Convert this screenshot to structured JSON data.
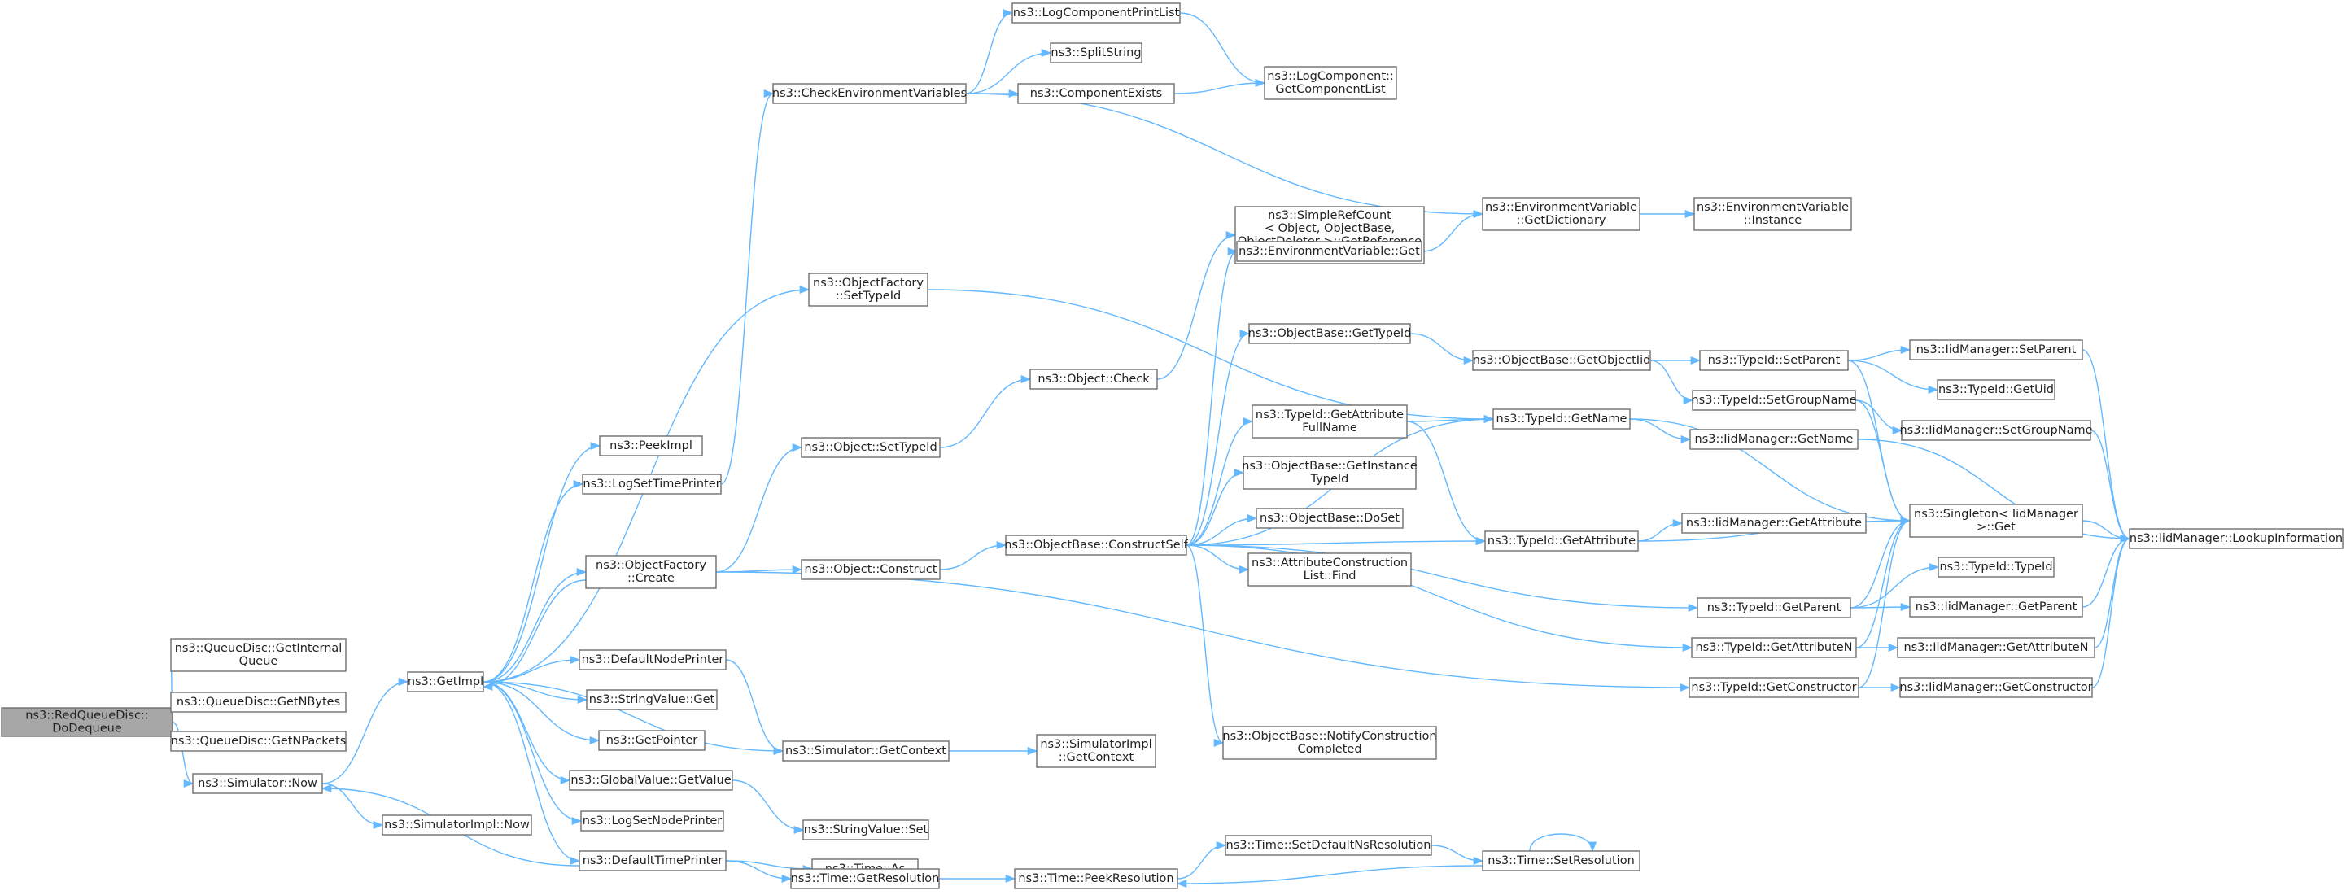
{
  "colors": {
    "edge": "#63b8ff",
    "node_border": "#6e6e6e",
    "root_fill": "#a7a7a7",
    "background": "#ffffff"
  },
  "root": "n_root",
  "nodes": [
    {
      "id": "n_root",
      "lines": [
        "ns3::RedQueueDisc::",
        "DoDequeue"
      ]
    },
    {
      "id": "n_qd_gi",
      "lines": [
        "ns3::QueueDisc::GetInternal",
        "Queue"
      ]
    },
    {
      "id": "n_qd_nb",
      "lines": [
        "ns3::QueueDisc::GetNBytes"
      ]
    },
    {
      "id": "n_qd_np",
      "lines": [
        "ns3::QueueDisc::GetNPackets"
      ]
    },
    {
      "id": "n_sim_now",
      "lines": [
        "ns3::Simulator::Now"
      ]
    },
    {
      "id": "n_getimpl",
      "lines": [
        "ns3::GetImpl"
      ]
    },
    {
      "id": "n_simimpl_now",
      "lines": [
        "ns3::SimulatorImpl::Now"
      ]
    },
    {
      "id": "n_peekimpl",
      "lines": [
        "ns3::PeekImpl"
      ]
    },
    {
      "id": "n_logsettp",
      "lines": [
        "ns3::LogSetTimePrinter"
      ]
    },
    {
      "id": "n_of_create",
      "lines": [
        "ns3::ObjectFactory",
        "::Create"
      ]
    },
    {
      "id": "n_defnode",
      "lines": [
        "ns3::DefaultNodePrinter"
      ]
    },
    {
      "id": "n_sv_get",
      "lines": [
        "ns3::StringValue::Get"
      ]
    },
    {
      "id": "n_getptr",
      "lines": [
        "ns3::GetPointer"
      ]
    },
    {
      "id": "n_gv_getvalue",
      "lines": [
        "ns3::GlobalValue::GetValue"
      ]
    },
    {
      "id": "n_logsetnp",
      "lines": [
        "ns3::LogSetNodePrinter"
      ]
    },
    {
      "id": "n_deftime",
      "lines": [
        "ns3::DefaultTimePrinter"
      ]
    },
    {
      "id": "n_checkenv",
      "lines": [
        "ns3::CheckEnvironmentVariables"
      ]
    },
    {
      "id": "n_lcpl",
      "lines": [
        "ns3::LogComponentPrintList"
      ]
    },
    {
      "id": "n_splitstr",
      "lines": [
        "ns3::SplitString"
      ]
    },
    {
      "id": "n_compexists",
      "lines": [
        "ns3::ComponentExists"
      ]
    },
    {
      "id": "n_lc_getlist",
      "lines": [
        "ns3::LogComponent::",
        "GetComponentList"
      ]
    },
    {
      "id": "n_of_settid",
      "lines": [
        "ns3::ObjectFactory",
        "::SetTypeId"
      ]
    },
    {
      "id": "n_obj_settid",
      "lines": [
        "ns3::Object::SetTypeId"
      ]
    },
    {
      "id": "n_obj_construct",
      "lines": [
        "ns3::Object::Construct"
      ]
    },
    {
      "id": "n_obj_check",
      "lines": [
        "ns3::Object::Check"
      ]
    },
    {
      "id": "n_sim_getctx",
      "lines": [
        "ns3::Simulator::GetContext"
      ]
    },
    {
      "id": "n_simimpl_ctx",
      "lines": [
        "ns3::SimulatorImpl",
        "::GetContext"
      ]
    },
    {
      "id": "n_sv_set",
      "lines": [
        "ns3::StringValue::Set"
      ]
    },
    {
      "id": "n_time_as",
      "lines": [
        "ns3::Time::As"
      ]
    },
    {
      "id": "n_time_getres",
      "lines": [
        "ns3::Time::GetResolution"
      ]
    },
    {
      "id": "n_time_peekres",
      "lines": [
        "ns3::Time::PeekResolution"
      ]
    },
    {
      "id": "n_time_setdefns",
      "lines": [
        "ns3::Time::SetDefaultNsResolution"
      ]
    },
    {
      "id": "n_time_setres",
      "lines": [
        "ns3::Time::SetResolution"
      ]
    },
    {
      "id": "n_ob_constructself",
      "lines": [
        "ns3::ObjectBase::ConstructSelf"
      ]
    },
    {
      "id": "n_simplerefcount",
      "lines": [
        "ns3::SimpleRefCount",
        "< Object, ObjectBase,",
        "ObjectDeleter >::GetReference",
        "Count"
      ]
    },
    {
      "id": "n_ev_get",
      "lines": [
        "ns3::EnvironmentVariable::Get"
      ]
    },
    {
      "id": "n_ob_gettid",
      "lines": [
        "ns3::ObjectBase::GetTypeId"
      ]
    },
    {
      "id": "n_tid_getattrfull",
      "lines": [
        "ns3::TypeId::GetAttribute",
        "FullName"
      ]
    },
    {
      "id": "n_ob_getinst",
      "lines": [
        "ns3::ObjectBase::GetInstance",
        "TypeId"
      ]
    },
    {
      "id": "n_ob_doset",
      "lines": [
        "ns3::ObjectBase::DoSet"
      ]
    },
    {
      "id": "n_acl_find",
      "lines": [
        "ns3::AttributeConstruction",
        "List::Find"
      ]
    },
    {
      "id": "n_ob_notify",
      "lines": [
        "ns3::ObjectBase::NotifyConstruction",
        "Completed"
      ]
    },
    {
      "id": "n_ev_getdict",
      "lines": [
        "ns3::EnvironmentVariable",
        "::GetDictionary"
      ]
    },
    {
      "id": "n_ev_instance",
      "lines": [
        "ns3::EnvironmentVariable",
        "::Instance"
      ]
    },
    {
      "id": "n_ob_getobjtid",
      "lines": [
        "ns3::ObjectBase::GetObjectIid"
      ]
    },
    {
      "id": "n_tid_getname",
      "lines": [
        "ns3::TypeId::GetName"
      ]
    },
    {
      "id": "n_tid_getattr",
      "lines": [
        "ns3::TypeId::GetAttribute"
      ]
    },
    {
      "id": "n_tid_setparent",
      "lines": [
        "ns3::TypeId::SetParent"
      ]
    },
    {
      "id": "n_tid_setgroup",
      "lines": [
        "ns3::TypeId::SetGroupName"
      ]
    },
    {
      "id": "n_iid_getname",
      "lines": [
        "ns3::IidManager::GetName"
      ]
    },
    {
      "id": "n_iid_getattr",
      "lines": [
        "ns3::IidManager::GetAttribute"
      ]
    },
    {
      "id": "n_tid_getparent",
      "lines": [
        "ns3::TypeId::GetParent"
      ]
    },
    {
      "id": "n_tid_getattrn",
      "lines": [
        "ns3::TypeId::GetAttributeN"
      ]
    },
    {
      "id": "n_tid_getctor",
      "lines": [
        "ns3::TypeId::GetConstructor"
      ]
    },
    {
      "id": "n_singleton",
      "lines": [
        "ns3::Singleton< IidManager",
        ">::Get"
      ]
    },
    {
      "id": "n_iid_setparent",
      "lines": [
        "ns3::IidManager::SetParent"
      ]
    },
    {
      "id": "n_tid_getuid",
      "lines": [
        "ns3::TypeId::GetUid"
      ]
    },
    {
      "id": "n_iid_setgroup",
      "lines": [
        "ns3::IidManager::SetGroupName"
      ]
    },
    {
      "id": "n_tid_typeid",
      "lines": [
        "ns3::TypeId::TypeId"
      ]
    },
    {
      "id": "n_iid_getparent",
      "lines": [
        "ns3::IidManager::GetParent"
      ]
    },
    {
      "id": "n_iid_getattrn",
      "lines": [
        "ns3::IidManager::GetAttributeN"
      ]
    },
    {
      "id": "n_iid_getctor",
      "lines": [
        "ns3::IidManager::GetConstructor"
      ]
    },
    {
      "id": "n_iid_lookup",
      "lines": [
        "ns3::IidManager::LookupInformation"
      ]
    }
  ]
}
